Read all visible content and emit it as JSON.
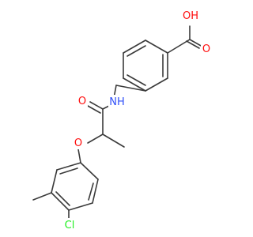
{
  "molecule": {
    "atom_labels": {
      "hydroxyl": "OH",
      "carbonyl_acid": "O",
      "amide_nh": "NH",
      "carbonyl_amide": "O",
      "ether_o": "O",
      "chlorine": "Cl"
    },
    "colors": {
      "bond": "#3a3a3a",
      "oxygen": "#ff0d0d",
      "nitrogen": "#3050f8",
      "chlorine": "#1ff01f"
    }
  }
}
